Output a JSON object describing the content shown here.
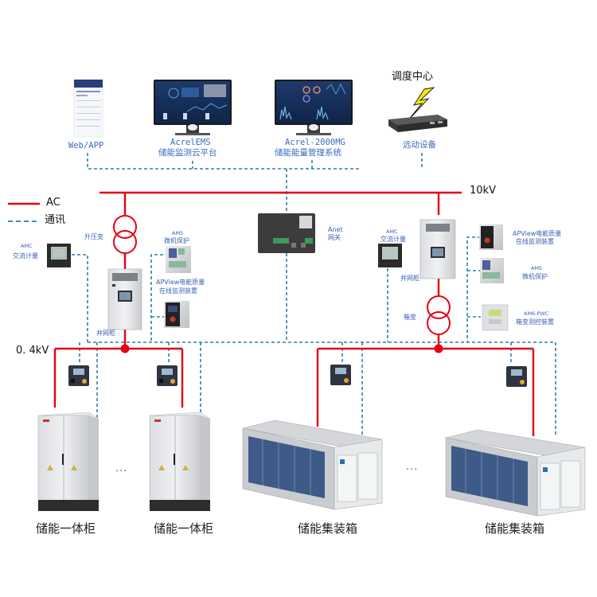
{
  "legend": {
    "ac_label": "AC",
    "comm_label": "通讯",
    "ac_color": "#e60012",
    "comm_color": "#2f7fb0"
  },
  "top_devices": {
    "web_app": {
      "label": "Web/APP",
      "icon": "mobile-app-icon"
    },
    "ems_cloud": {
      "line1": "AcrelEMS",
      "line2": "储能监测云平台",
      "icon": "monitor-icon"
    },
    "mg_system": {
      "line1": "Acrel-2000MG",
      "line2": "储能能量管理系统",
      "icon": "monitor-icon"
    },
    "dispatch": {
      "title": "调度中心",
      "device_label": "远动设备",
      "icon": "lightning-icon"
    }
  },
  "gateway": {
    "line1": "Anet",
    "line2": "网关"
  },
  "bus": {
    "high_voltage": "10kV",
    "low_voltage": "0. 4kV"
  },
  "left_section": {
    "transformer_label": "升压变",
    "cabinet_label": "并网柜",
    "meter": {
      "line1": "AMC",
      "line2": "交流计量"
    },
    "protection": {
      "line1": "AM5",
      "line2": "微机保护"
    },
    "pq_monitor": {
      "line1": "APView电能质量",
      "line2": "在线监测装置"
    }
  },
  "right_section": {
    "transformer_label": "箱变",
    "cabinet_label": "并网柜",
    "meter": {
      "line1": "AMC",
      "line2": "交流计量"
    },
    "pq_monitor": {
      "line1": "APView电能质量",
      "line2": "在线监测装置"
    },
    "protection": {
      "line1": "AM5",
      "line2": "微机保护"
    },
    "box_transformer_ctrl": {
      "line1": "AM6-PWC",
      "line2": "箱变测控装置"
    }
  },
  "storage_units": [
    {
      "label": "储能一体柜",
      "type": "cabinet"
    },
    {
      "label": "储能一体柜",
      "type": "cabinet"
    },
    {
      "label": "储能集装箱",
      "type": "container"
    },
    {
      "label": "储能集装箱",
      "type": "container"
    }
  ],
  "ellipsis": "..."
}
